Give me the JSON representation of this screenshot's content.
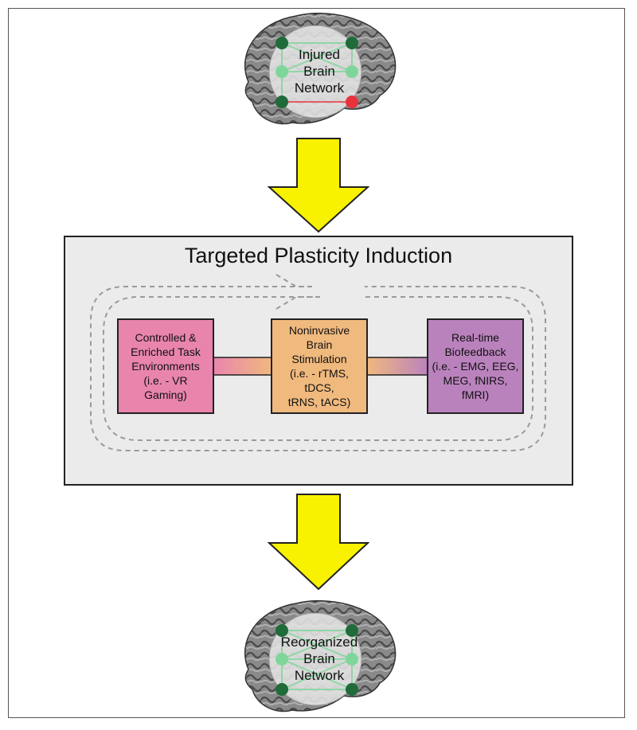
{
  "top_brain": {
    "label": "Injured\nBrain\nNetwork"
  },
  "panel": {
    "title": "Targeted Plasticity Induction"
  },
  "boxes": [
    {
      "label": "Controlled &\nEnriched Task\nEnvironments\n(i.e. - VR Gaming)",
      "color": "#e985ad"
    },
    {
      "label": "Noninvasive Brain\nStimulation\n(i.e. - rTMS, tDCS,\ntRNS, tACS)",
      "color": "#f0b97e"
    },
    {
      "label": "Real-time\nBiofeedback\n(i.e. - EMG, EEG,\nMEG, fNIRS, fMRI)",
      "color": "#ba82bd"
    }
  ],
  "bottom_brain": {
    "label": "Reorganized\nBrain\nNetwork"
  },
  "colors": {
    "arrow": "#f8f200",
    "panel_bg": "#ebebeb",
    "node": "#7fd69a",
    "node_dark": "#1f6b3a",
    "lesion": "#e8323c"
  }
}
